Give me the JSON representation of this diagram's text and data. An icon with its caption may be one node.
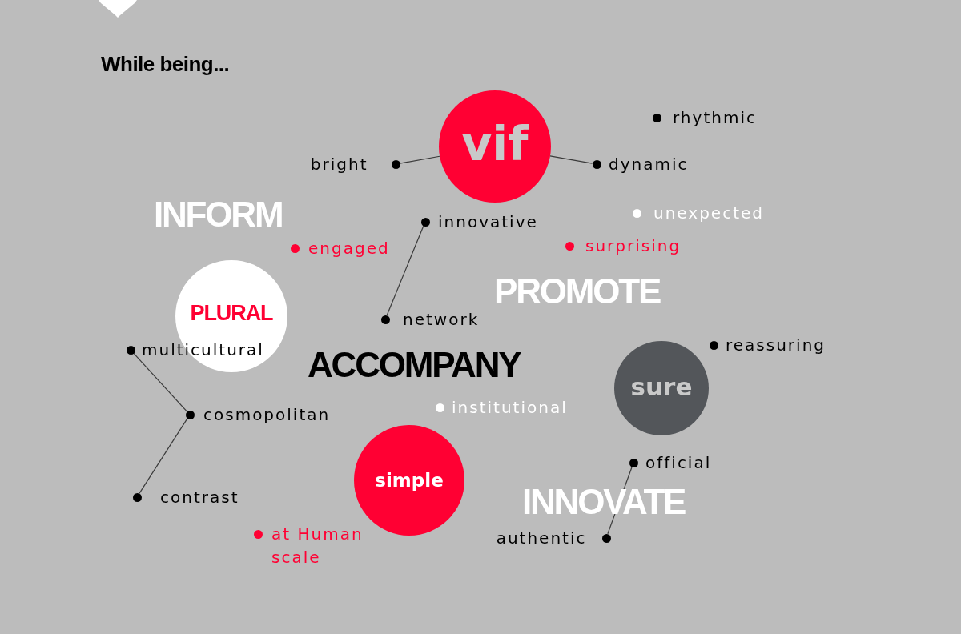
{
  "diagram": {
    "title": "While being...",
    "nodes": [
      {
        "text": [
          "vif"
        ]
      },
      {
        "text": [
          "bright"
        ]
      },
      {
        "text": [
          "dynamic"
        ]
      },
      {
        "text": [
          "innovative"
        ]
      },
      {
        "text": [
          "PLURAL"
        ]
      },
      {
        "text": [
          "network"
        ]
      },
      {
        "text": [
          "multicultural"
        ]
      },
      {
        "text": [
          "cosmopolitan"
        ]
      },
      {
        "text": [
          "sure"
        ]
      },
      {
        "text": [
          "simple"
        ]
      },
      {
        "text": [
          "official"
        ]
      },
      {
        "text": [
          "contrast"
        ]
      },
      {
        "text": [
          "authentic"
        ]
      }
    ],
    "edges": [
      {
        "from": 1,
        "to": 0,
        "arrow": "none"
      },
      {
        "from": 0,
        "to": 2,
        "arrow": "none"
      },
      {
        "from": 3,
        "to": 5,
        "arrow": "none"
      },
      {
        "from": 6,
        "to": 7,
        "arrow": "none"
      },
      {
        "from": 7,
        "to": 11,
        "arrow": "none"
      },
      {
        "from": 10,
        "to": 12,
        "arrow": "none"
      }
    ],
    "labels": [
      "rhythmic",
      "INFORM",
      "unexpected",
      "engaged",
      "surprising",
      "PROMOTE",
      "reassuring",
      "ACCOMPANY",
      "institutional",
      "INNOVATE",
      "at Human scale"
    ]
  }
}
